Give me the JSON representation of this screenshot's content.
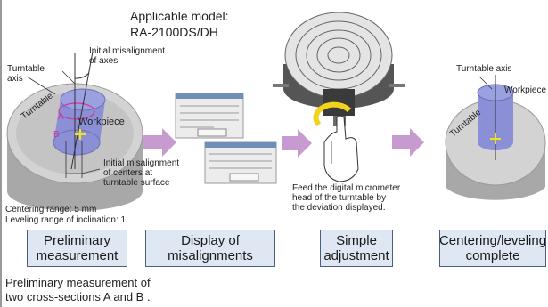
{
  "model": {
    "line1": "Applicable model:",
    "line2": "RA-2100DS/DH"
  },
  "left_diagram": {
    "turntable_axis": "Turntable\naxis",
    "initial_misalignment_axes": "Initial misalignment\nof axes",
    "label_a": "A",
    "label_b": "B",
    "turntable_word": "Turntable",
    "workpiece": "Workpiece",
    "initial_misalignment_centers": "Initial misalignment\nof centers at\nturntable surface",
    "centering_range": "Centering range:  5 mm",
    "leveling_range": "Leveling range of inclination:  1"
  },
  "middle": {
    "feed_text": "Feed the digital micrometer\nhead of the turntable by\nthe deviation displayed."
  },
  "right_diagram": {
    "turntable_axis": "Turntable axis",
    "workpiece": "Workpiece",
    "turntable_word": "Turntable"
  },
  "steps": [
    "Preliminary\nmeasurement",
    "Display of misalignments",
    "Simple\nadjustment",
    "Centering/leveling\ncomplete"
  ],
  "caption": {
    "line1": "Preliminary measurement of",
    "line2": "two cross-sections  A  and  B ."
  },
  "colors": {
    "arrow": "#c79bd0",
    "step_fill": "#dfe7f2",
    "workpiece": "#7f86cf",
    "turntable": "#b9b9b9",
    "marker": "#d5339a",
    "center_mark": "#f2e21a"
  }
}
